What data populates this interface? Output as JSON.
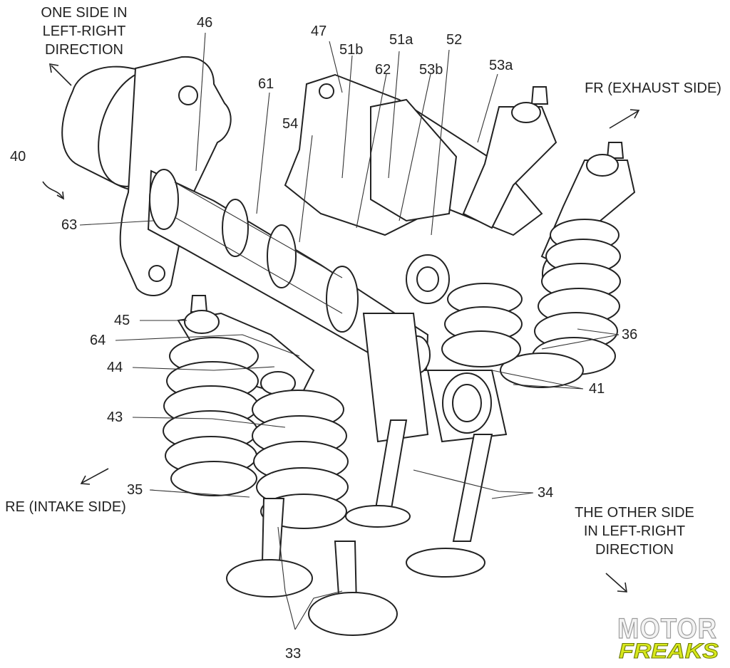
{
  "labels": {
    "one_side": [
      "ONE SIDE IN",
      "LEFT-RIGHT",
      "DIRECTION"
    ],
    "other_side": [
      "THE OTHER SIDE",
      "IN LEFT-RIGHT",
      "DIRECTION"
    ],
    "fr": "FR (EXHAUST SIDE)",
    "re": "RE (INTAKE SIDE)"
  },
  "refs": {
    "r46": "46",
    "r47": "47",
    "r51b": "51b",
    "r51a": "51a",
    "r52": "52",
    "r62": "62",
    "r53b": "53b",
    "r53a": "53a",
    "r61": "61",
    "r54": "54",
    "r40": "40",
    "r63": "63",
    "r45": "45",
    "r64": "64",
    "r44": "44",
    "r43": "43",
    "r35": "35",
    "r36": "36",
    "r41": "41",
    "r34": "34",
    "r33": "33"
  },
  "logo": {
    "line1": "MOTOR",
    "line2": "FREAKS"
  },
  "colors": {
    "ink": "#222222",
    "logo_accent": "#d8e81c"
  }
}
